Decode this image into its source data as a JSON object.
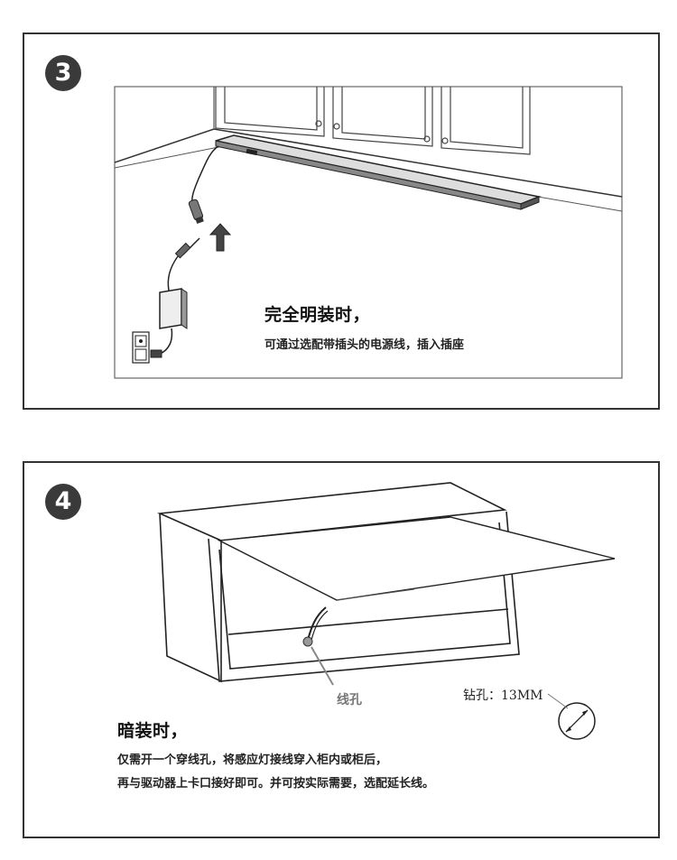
{
  "step3": {
    "number": "3",
    "title": "完全明装时，",
    "description": "可通过选配带插头的电源线，插入插座"
  },
  "step4": {
    "number": "4",
    "title": "暗装时，",
    "line1": "仅需开一个穿线孔，将感应灯接线穿入柜内或柜后，",
    "line2": "再与驱动器上卡口接好即可。并可按实际需要，选配延长线。",
    "hole_label": "线孔",
    "drill_label": "钻孔：13MM"
  }
}
